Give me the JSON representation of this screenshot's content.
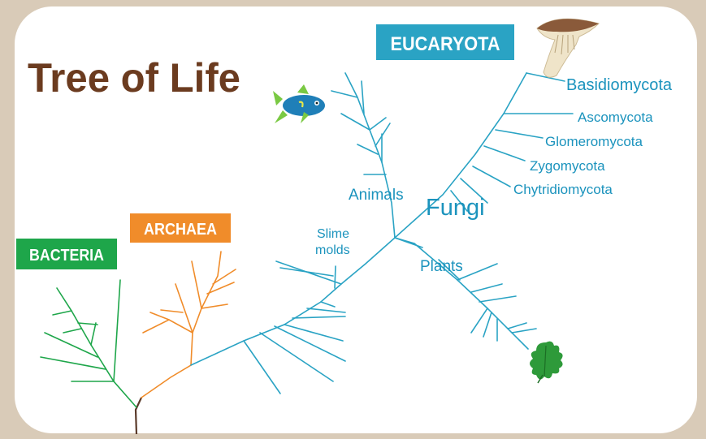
{
  "title": "Tree of Life",
  "colors": {
    "background": "#d9cbb8",
    "card": "#ffffff",
    "title": "#6b3b1f",
    "eukaryota": "#2aa3c4",
    "archaea": "#f08c2a",
    "bacteria": "#1ea64a",
    "trunk": "#5a3a2a",
    "label": "#1b93bd"
  },
  "domains": {
    "eukaryota": "EUCARYOTA",
    "archaea": "ARCHAEA",
    "bacteria": "BACTERIA"
  },
  "groups": {
    "animals": "Animals",
    "fungi": "Fungi",
    "slime_molds": [
      "Slime",
      "molds"
    ],
    "plants": "Plants"
  },
  "fungi_phyla": [
    "Basidiomycota",
    "Ascomycota",
    "Glomeromycota",
    "Zygomycota",
    "Chytridiomycota"
  ],
  "icons": [
    "fish-icon",
    "mushroom-icon",
    "oak-leaf-icon"
  ]
}
